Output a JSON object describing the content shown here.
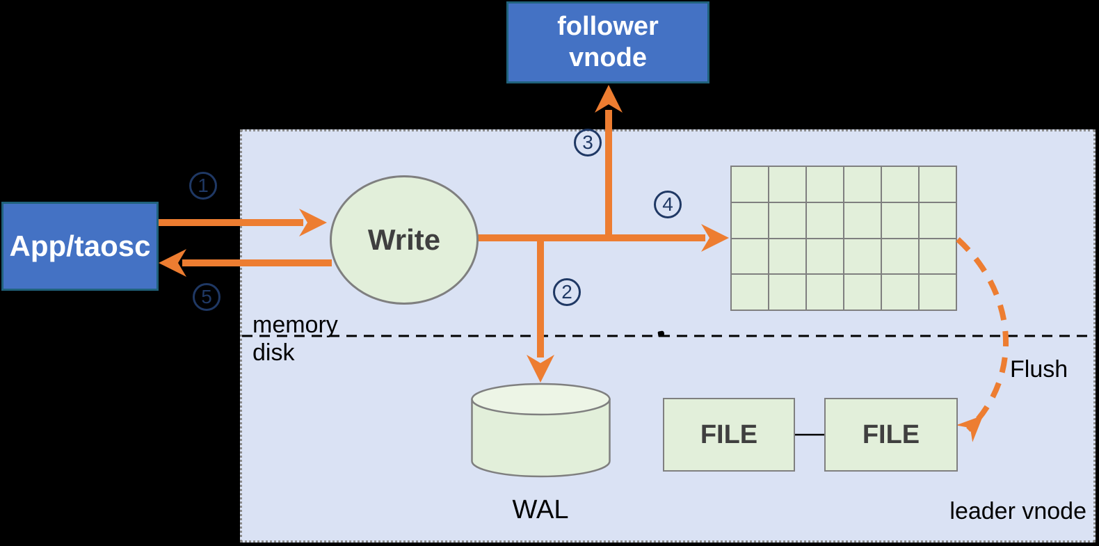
{
  "diagram": {
    "app_node": {
      "label": "App/taosc"
    },
    "follower_node": {
      "label": "follower\nvnode"
    },
    "write_node": {
      "label": "Write"
    },
    "wal_node": {
      "label": "WAL"
    },
    "file_node_1": {
      "label": "FILE"
    },
    "file_node_2": {
      "label": "FILE"
    },
    "region_label": "leader vnode",
    "memory_label": "memory",
    "disk_label": "disk",
    "flush_label": "Flush",
    "steps": {
      "step1": "1",
      "step2": "2",
      "step3": "3",
      "step4": "4",
      "step5": "5"
    },
    "memtable_grid": {
      "rows": 4,
      "cols": 6
    }
  },
  "colors": {
    "background": "#000000",
    "panel_fill": "#DAE2F4",
    "panel_border": "#8C8C8C",
    "node_blue_fill": "#4472C4",
    "node_blue_border": "#20627C",
    "shape_green_fill": "#E2EFDA",
    "cylinder_top_fill": "#EDF5E6",
    "shape_border_gray": "#7F7F7F",
    "arrow_orange": "#ED7D31",
    "step_circle_navy": "#1F3864",
    "dark_text": "#3F3F3F",
    "plain_text": "#000000"
  }
}
